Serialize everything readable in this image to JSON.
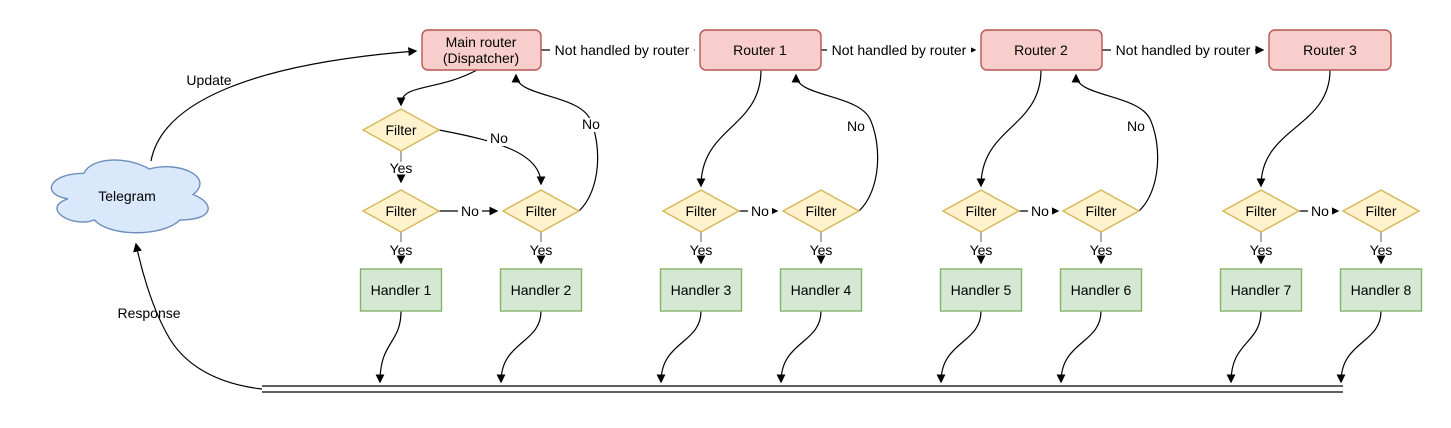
{
  "nodes": {
    "cloud": "Telegram",
    "main_router": {
      "line1": "Main router",
      "line2": "(Dispatcher)"
    },
    "routers": [
      "Router 1",
      "Router 2",
      "Router 3"
    ],
    "filter": "Filter",
    "handlers": [
      "Handler 1",
      "Handler 2",
      "Handler 3",
      "Handler 4",
      "Handler 5",
      "Handler 6",
      "Handler 7",
      "Handler 8"
    ]
  },
  "edges": {
    "update": "Update",
    "response": "Response",
    "not_handled": "Not handled by router",
    "yes": "Yes",
    "no": "No"
  },
  "colors": {
    "router_fill": "#f8cecc",
    "router_stroke": "#b85450",
    "filter_fill": "#fff2cc",
    "filter_stroke": "#d6b656",
    "handler_fill": "#d5e8d4",
    "handler_stroke": "#82b366",
    "cloud_fill": "#dae8fc",
    "cloud_stroke": "#6c8ebf",
    "edge": "#000000",
    "stub": "#8c8c8c"
  }
}
